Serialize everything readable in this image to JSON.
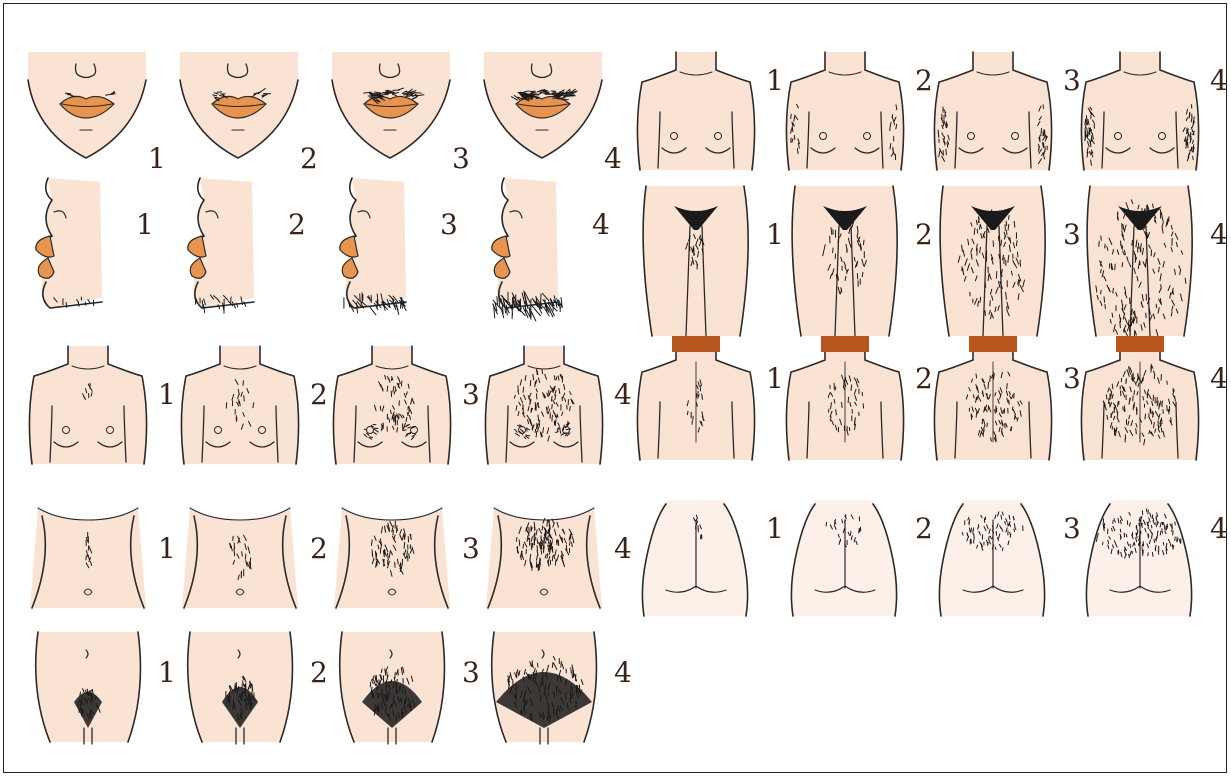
{
  "grade_labels": [
    "1",
    "2",
    "3",
    "4"
  ],
  "regions": [
    {
      "name": "upper-lip",
      "side": "left",
      "row": 1,
      "scores": [
        "1",
        "2",
        "3",
        "4"
      ]
    },
    {
      "name": "chin",
      "side": "left",
      "row": 2,
      "scores": [
        "1",
        "2",
        "3",
        "4"
      ]
    },
    {
      "name": "chest",
      "side": "left",
      "row": 3,
      "scores": [
        "1",
        "2",
        "3",
        "4"
      ]
    },
    {
      "name": "upper-abdomen",
      "side": "left",
      "row": 4,
      "scores": [
        "1",
        "2",
        "3",
        "4"
      ]
    },
    {
      "name": "lower-abdomen",
      "side": "left",
      "row": 5,
      "scores": [
        "1",
        "2",
        "3",
        "4"
      ]
    },
    {
      "name": "upper-arm",
      "side": "right",
      "row": 1,
      "scores": [
        "1",
        "2",
        "3",
        "4"
      ]
    },
    {
      "name": "thigh",
      "side": "right",
      "row": 2,
      "scores": [
        "1",
        "2",
        "3",
        "4"
      ]
    },
    {
      "name": "upper-back",
      "side": "right",
      "row": 3,
      "scores": [
        "1",
        "2",
        "3",
        "4"
      ]
    },
    {
      "name": "lower-back",
      "side": "right",
      "row": 4,
      "scores": [
        "1",
        "2",
        "3",
        "4"
      ]
    }
  ],
  "colors": {
    "skin": "#fbe3d3",
    "skin_light": "#fdf0e8",
    "lips": "#e8944f",
    "hair": "#1a1a1a",
    "outline": "#2a2a2a",
    "collar_hair": "#b8561f",
    "label": "#3a2317"
  }
}
